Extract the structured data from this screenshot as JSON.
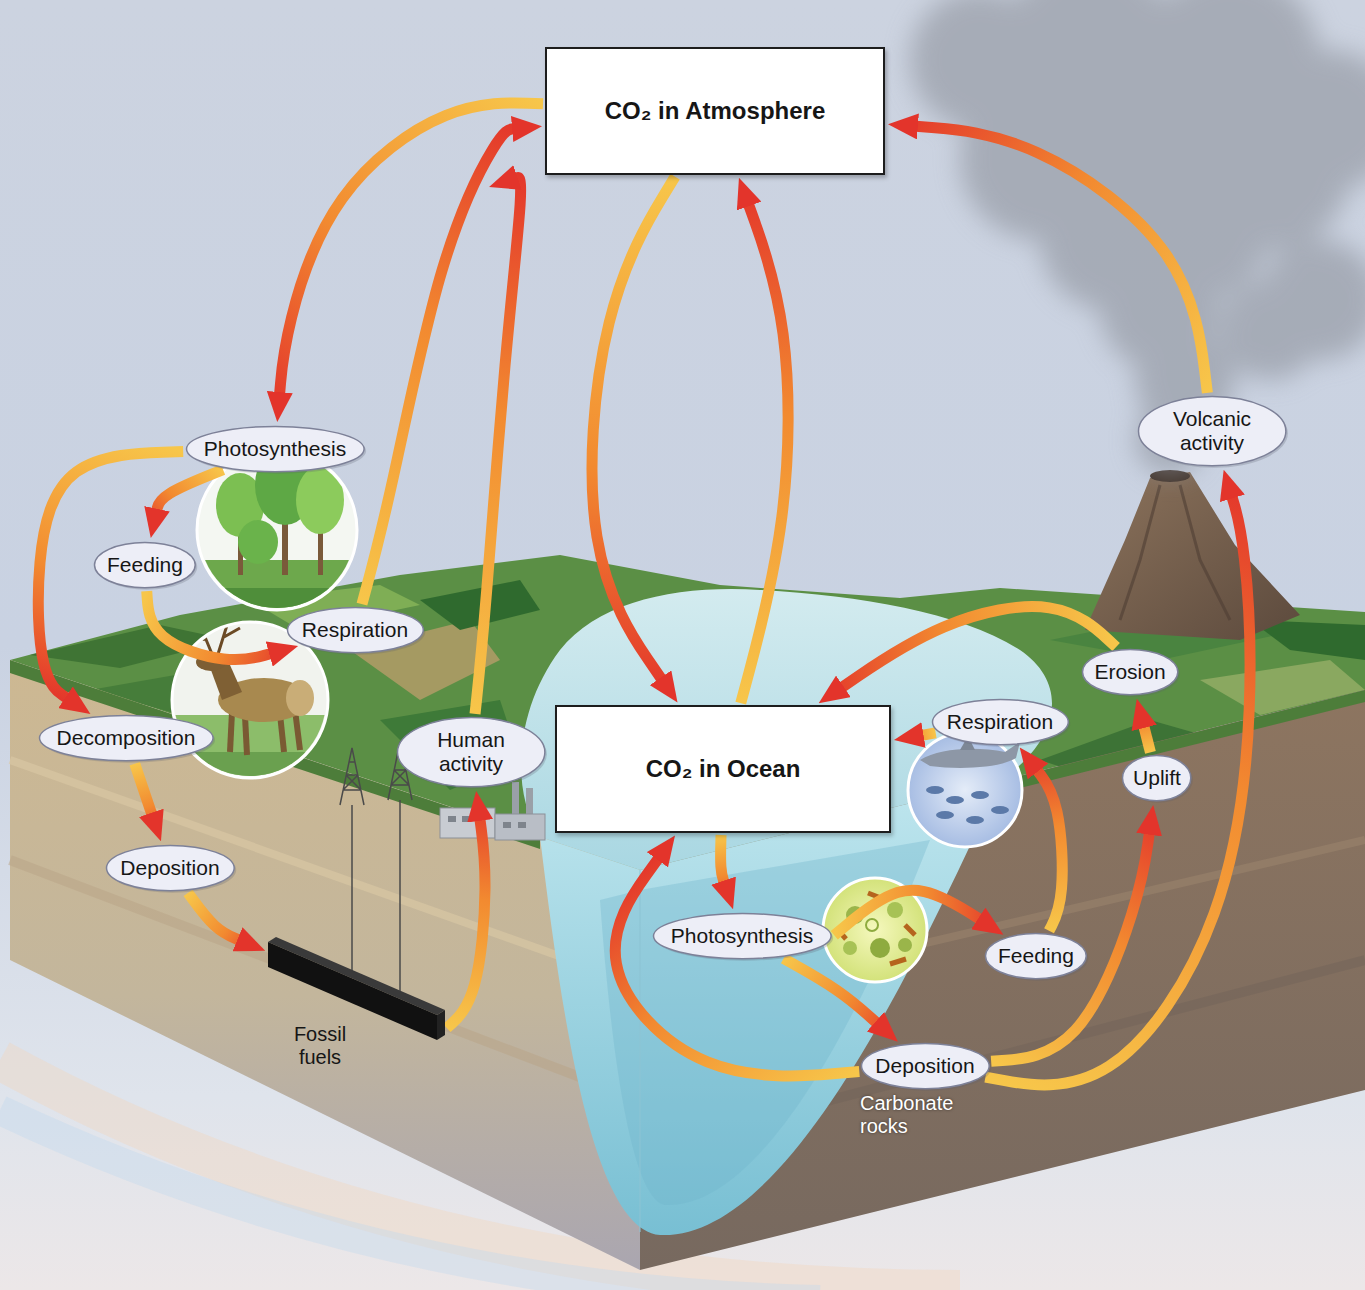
{
  "diagram": {
    "nodes": [
      {
        "text": [
          "CO₂ in Atmosphere"
        ]
      },
      {
        "text": [
          "Photosynthesis"
        ]
      },
      {
        "text": [
          "Volcanic activity"
        ]
      },
      {
        "text": [
          "Feeding"
        ]
      },
      {
        "text": [
          "Respiration"
        ]
      },
      {
        "text": [
          "Erosion"
        ]
      },
      {
        "text": [
          "Respiration"
        ]
      },
      {
        "text": [
          "Decomposition"
        ]
      },
      {
        "text": [
          "Human activity"
        ]
      },
      {
        "text": [
          "CO₂ in Ocean"
        ]
      },
      {
        "text": [
          "Uplift"
        ]
      },
      {
        "text": [
          "Deposition"
        ]
      },
      {
        "text": [
          "Photosynthesis"
        ]
      },
      {
        "text": [
          "Feeding"
        ]
      },
      {
        "text": [
          "Fossil fuels"
        ]
      },
      {
        "text": [
          "Deposition"
        ]
      }
    ],
    "edges": [
      {
        "from": 0,
        "to": 1,
        "arrow": "to"
      },
      {
        "from": 4,
        "to": 0,
        "arrow": "to"
      },
      {
        "from": 8,
        "to": 0,
        "arrow": "to"
      },
      {
        "from": 0,
        "to": 9,
        "arrow": "to"
      },
      {
        "from": 9,
        "to": 0,
        "arrow": "to"
      },
      {
        "from": 2,
        "to": 0,
        "arrow": "to"
      },
      {
        "from": 1,
        "to": 3,
        "arrow": "to"
      },
      {
        "from": 3,
        "to": 4,
        "arrow": "to"
      },
      {
        "from": 1,
        "to": 7,
        "arrow": "to"
      },
      {
        "from": 7,
        "to": 11,
        "arrow": "to"
      },
      {
        "from": 11,
        "to": 14,
        "arrow": "to"
      },
      {
        "from": 14,
        "to": 8,
        "arrow": "to"
      },
      {
        "from": 5,
        "to": 9,
        "arrow": "to"
      },
      {
        "from": 6,
        "to": 9,
        "arrow": "to"
      },
      {
        "from": 9,
        "to": 12,
        "arrow": "to"
      },
      {
        "from": 12,
        "to": 13,
        "arrow": "to"
      },
      {
        "from": 13,
        "to": 6,
        "arrow": "to"
      },
      {
        "from": 12,
        "to": 15,
        "arrow": "to"
      },
      {
        "from": 15,
        "to": 9,
        "arrow": "to"
      },
      {
        "from": 15,
        "to": 10,
        "arrow": "to"
      },
      {
        "from": 15,
        "to": 2,
        "arrow": "to"
      },
      {
        "from": 10,
        "to": 5,
        "arrow": "to"
      }
    ],
    "labels": [
      "Carbonate rocks"
    ]
  }
}
